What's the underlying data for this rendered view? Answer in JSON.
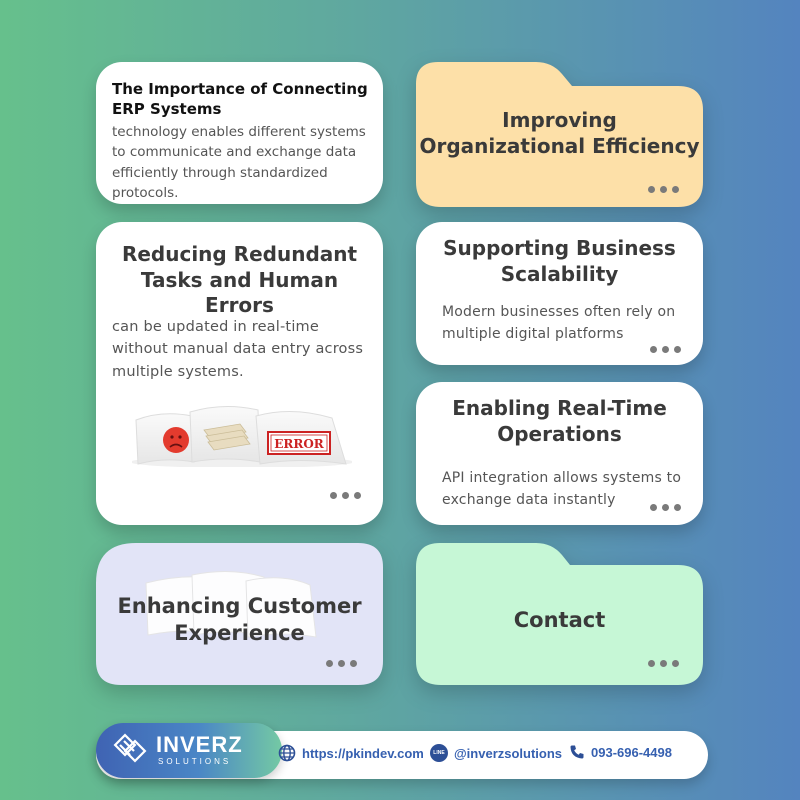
{
  "cards": {
    "erp": {
      "title": "The Importance of Connecting ERP Systems",
      "body": "technology enables different systems to communicate and exchange data efficiently through standardized protocols."
    },
    "efficiency": {
      "title": "Improving Organizational Efficiency"
    },
    "redundant": {
      "title": "Reducing Redundant Tasks and Human Errors",
      "body": "can be updated in real-time without manual data entry across multiple systems.",
      "illustration_label": "ERROR"
    },
    "scalability": {
      "title": "Supporting Business Scalability",
      "body": "Modern businesses often rely on multiple digital platforms"
    },
    "realtime": {
      "title": "Enabling Real-Time Operations",
      "body": "API integration allows systems to exchange data instantly"
    },
    "customer": {
      "title": "Enhancing Customer Experience"
    },
    "contact": {
      "title": "Contact"
    }
  },
  "footer": {
    "brand": "INVERZ",
    "brand_sub": "SOLUTIONS",
    "website": "https://pkindev.com",
    "line_label": "LINE",
    "line_id": "@inverzsolutions",
    "phone": "093-696-4498"
  },
  "colors": {
    "efficiency": "#fde0a8",
    "customer": "#e2e4f7",
    "contact": "#c6f7d6",
    "white": "#ffffff"
  }
}
